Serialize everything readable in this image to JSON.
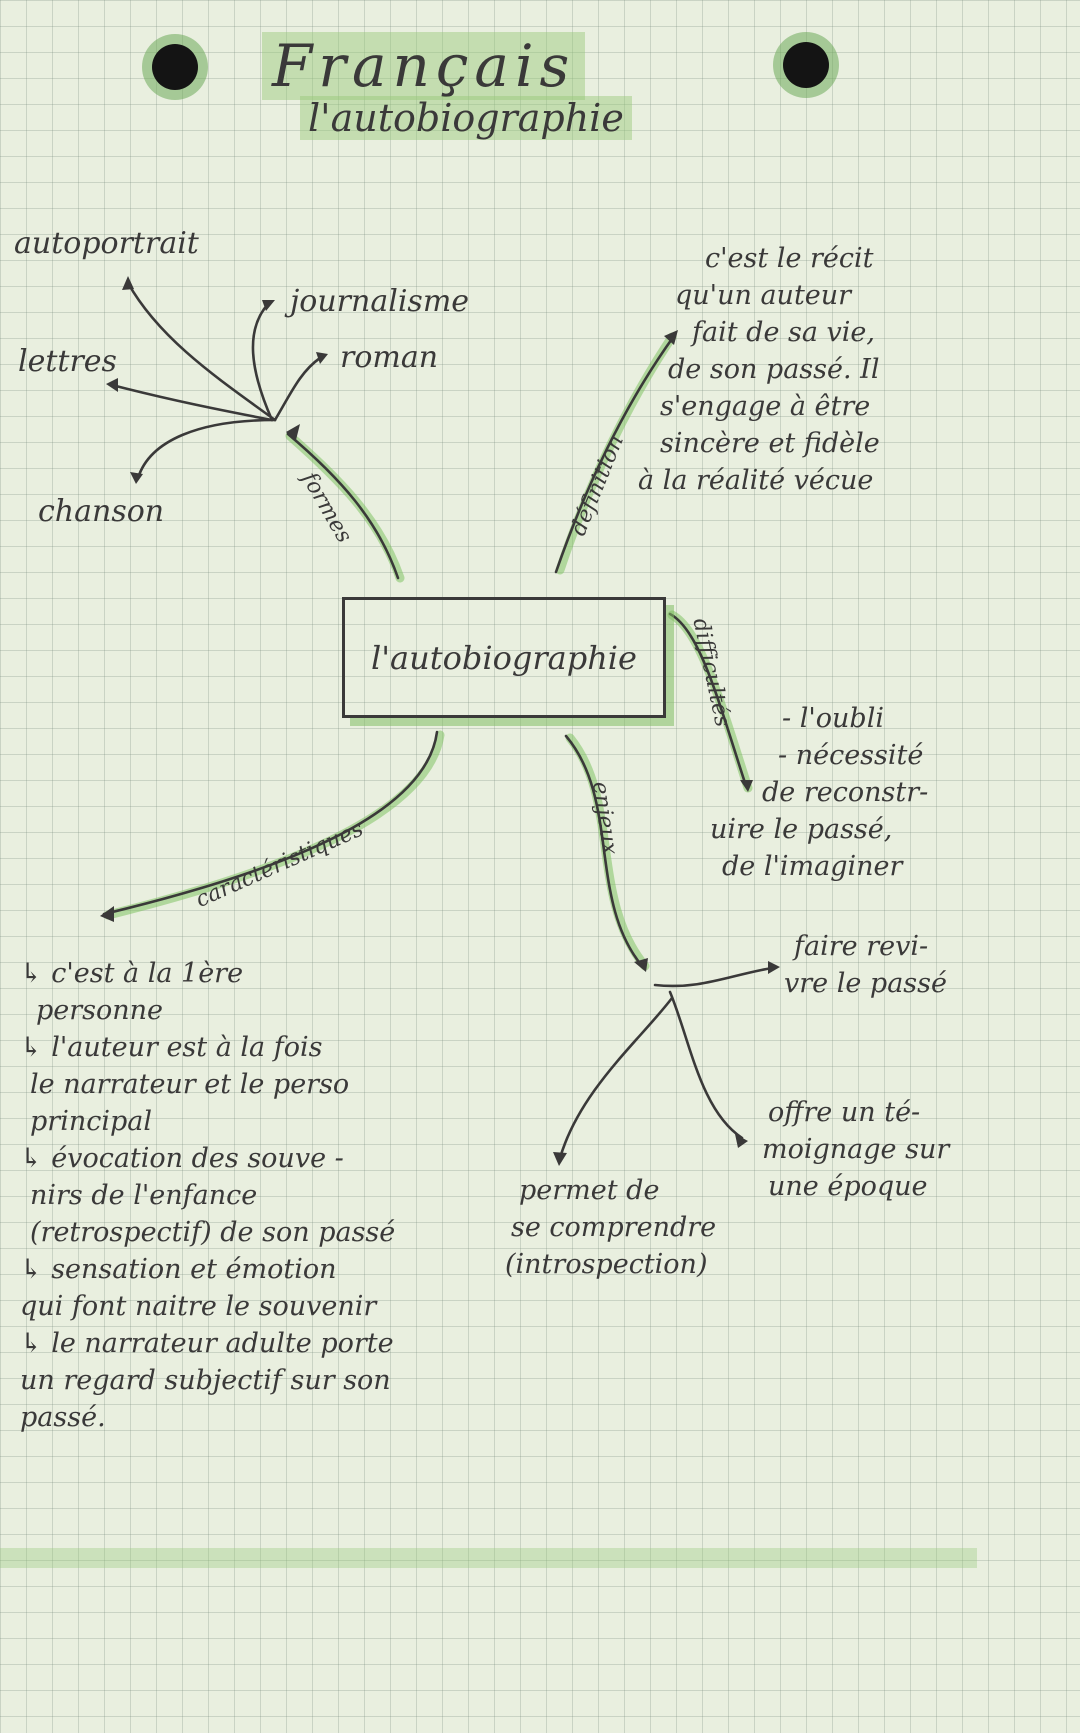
{
  "header": {
    "title": "Français",
    "subtitle": "l'autobiographie"
  },
  "center": {
    "label": "l'autobiographie"
  },
  "branches": {
    "formes": {
      "label": "formes",
      "items": [
        "autoportrait",
        "journalisme",
        "lettres",
        "roman",
        "chanson"
      ]
    },
    "definition": {
      "label": "définition",
      "lines": [
        "c'est le récit",
        "qu'un auteur",
        "fait de sa vie,",
        "de son passé. Il",
        "s'engage à être",
        "sincère et fidèle",
        "à la réalité vécue"
      ]
    },
    "difficultes": {
      "label": "difficultés",
      "lines": [
        "- l'oubli",
        "- nécessité",
        "de reconstr-",
        "uire le passé,",
        "de l'imaginer"
      ]
    },
    "caracteristiques": {
      "label": "caractéristiques",
      "lines": [
        "↳ c'est à la 1ère",
        "personne",
        "↳ l'auteur est à la fois",
        "le narrateur et le perso",
        "principal",
        "↳ évocation des souve -",
        "nirs de l'enfance",
        "(retrospectif) de son passé",
        "↳ sensation et émotion",
        "qui font naitre le souvenir",
        "↳ le narrateur adulte porte",
        "un regard subjectif sur son",
        "passé."
      ]
    },
    "enjeux": {
      "label": "enjeux",
      "items": {
        "revivre": [
          "faire revi-",
          "vre le passé"
        ],
        "temoignage": [
          "offre un té-",
          "moignage sur",
          "une époque"
        ],
        "comprendre": [
          "permet de",
          "se comprendre",
          "(introspection)"
        ]
      }
    }
  }
}
